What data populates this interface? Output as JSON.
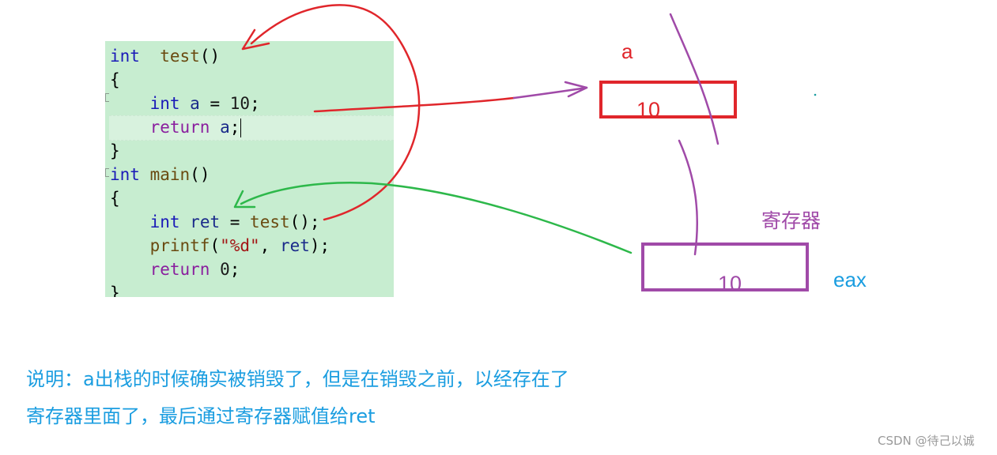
{
  "code": {
    "lines": [
      [
        {
          "t": "int",
          "c": "kw"
        },
        {
          "t": "  "
        },
        {
          "t": "test",
          "c": "fn"
        },
        {
          "t": "()"
        }
      ],
      [
        {
          "t": "{"
        }
      ],
      [
        {
          "t": "    "
        },
        {
          "t": "int",
          "c": "kw"
        },
        {
          "t": " "
        },
        {
          "t": "a",
          "c": "id"
        },
        {
          "t": " = "
        },
        {
          "t": "10",
          "c": "num"
        },
        {
          "t": ";"
        }
      ],
      [
        {
          "t": "    "
        },
        {
          "t": "return",
          "c": "kw2"
        },
        {
          "t": " "
        },
        {
          "t": "a",
          "c": "id"
        },
        {
          "t": ";"
        }
      ],
      [
        {
          "t": "}"
        }
      ],
      [
        {
          "t": "int",
          "c": "kw"
        },
        {
          "t": " "
        },
        {
          "t": "main",
          "c": "fn"
        },
        {
          "t": "()"
        }
      ],
      [
        {
          "t": "{"
        }
      ],
      [
        {
          "t": "    "
        },
        {
          "t": "int",
          "c": "kw"
        },
        {
          "t": " "
        },
        {
          "t": "ret",
          "c": "id"
        },
        {
          "t": " = "
        },
        {
          "t": "test",
          "c": "fn"
        },
        {
          "t": "();"
        }
      ],
      [
        {
          "t": "    "
        },
        {
          "t": "printf",
          "c": "fn"
        },
        {
          "t": "("
        },
        {
          "t": "\"%d\"",
          "c": "str"
        },
        {
          "t": ", "
        },
        {
          "t": "ret",
          "c": "id"
        },
        {
          "t": ");"
        }
      ],
      [
        {
          "t": "    "
        },
        {
          "t": "return",
          "c": "kw2"
        },
        {
          "t": " "
        },
        {
          "t": "0",
          "c": "num"
        },
        {
          "t": ";"
        }
      ],
      [
        {
          "t": "}"
        }
      ]
    ]
  },
  "labels": {
    "var_name": "a",
    "var_value": "10",
    "register_title": "寄存器",
    "register_value": "10",
    "register_name": "eax"
  },
  "note": {
    "line1": "说明：a出栈的时候确实被销毁了，但是在销毁之前，以经存在了",
    "line2": "寄存器里面了，最后通过寄存器赋值给ret"
  },
  "watermark": "CSDN @待己以诚",
  "colors": {
    "red": "#e0262b",
    "purple": "#a04aa8",
    "green": "#2db84a",
    "blue": "#1a9de0"
  }
}
